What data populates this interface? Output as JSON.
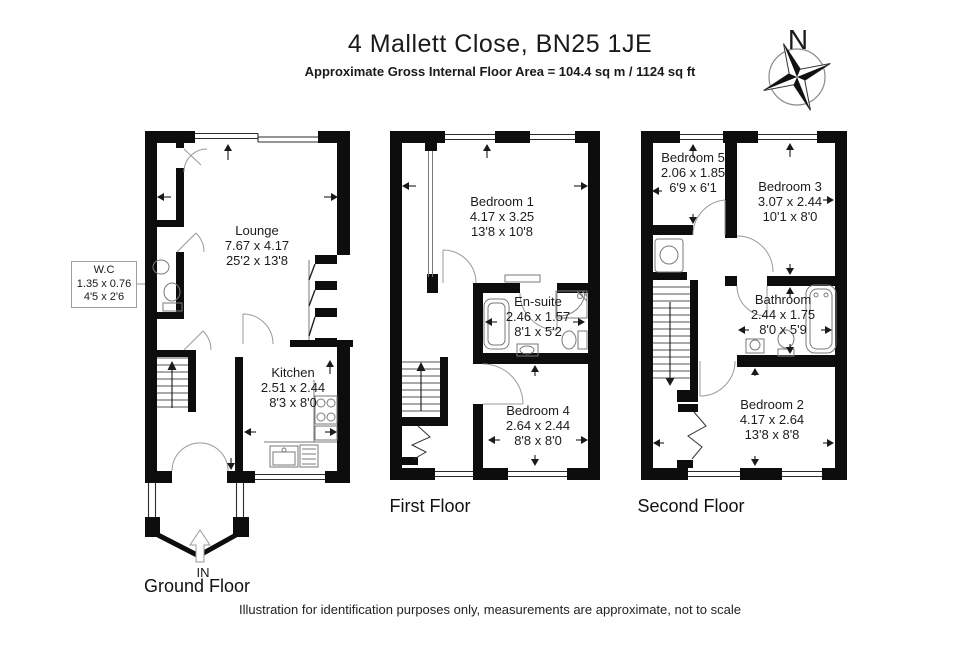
{
  "header": {
    "title": "4 Mallett Close, BN25 1JE",
    "subtitle": "Approximate Gross Internal Floor Area = 104.4 sq m / 1124 sq ft"
  },
  "compass": {
    "north_label": "N"
  },
  "floors": [
    {
      "label": "Ground Floor",
      "entrance_label": "IN",
      "rooms": [
        {
          "name": "Lounge",
          "metric": "7.67 x 4.17",
          "imperial": "25'2 x 13'8"
        },
        {
          "name": "W.C",
          "metric": "1.35 x 0.76",
          "imperial": "4'5 x 2'6"
        },
        {
          "name": "Kitchen",
          "metric": "2.51 x 2.44",
          "imperial": "8'3 x 8'0"
        }
      ]
    },
    {
      "label": "First Floor",
      "rooms": [
        {
          "name": "Bedroom 1",
          "metric": "4.17 x 3.25",
          "imperial": "13'8 x 10'8"
        },
        {
          "name": "En-suite",
          "metric": "2.46 x 1.57",
          "imperial": "8'1 x 5'2"
        },
        {
          "name": "Bedroom 4",
          "metric": "2.64 x 2.44",
          "imperial": "8'8 x 8'0"
        }
      ]
    },
    {
      "label": "Second Floor",
      "rooms": [
        {
          "name": "Bedroom 5",
          "metric": "2.06 x 1.85",
          "imperial": "6'9 x 6'1"
        },
        {
          "name": "Bedroom 3",
          "metric": "3.07 x 2.44",
          "imperial": "10'1 x 8'0"
        },
        {
          "name": "Bathroom",
          "metric": "2.44 x 1.75",
          "imperial": "8'0 x 5'9"
        },
        {
          "name": "Bedroom 2",
          "metric": "4.17 x 2.64",
          "imperial": "13'8 x 8'8"
        }
      ]
    }
  ],
  "footer": {
    "disclaimer": "Illustration for identification purposes only, measurements are approximate, not to scale"
  },
  "colors": {
    "wall": "#0d0d0d",
    "background": "#ffffff",
    "door_arc": "#9a9a9a"
  }
}
